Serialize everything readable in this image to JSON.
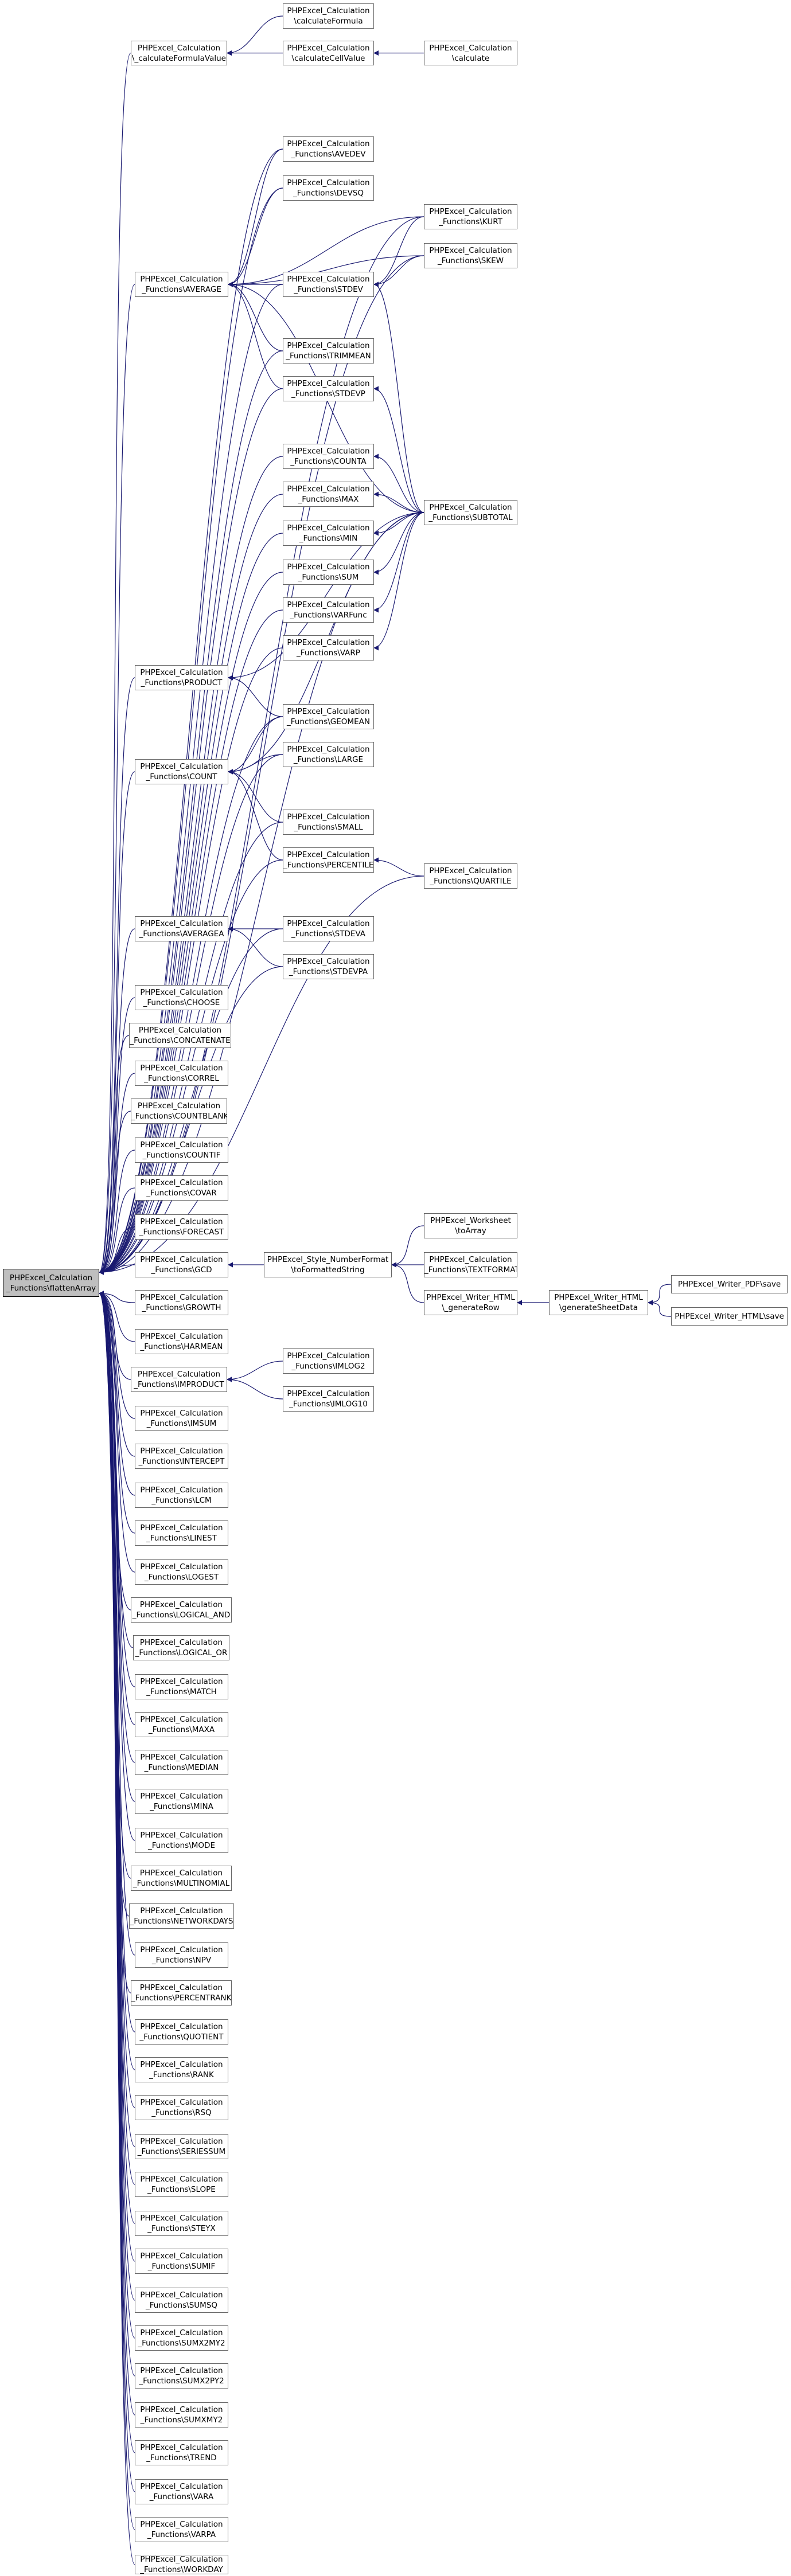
{
  "colors": {
    "edge": "#191970",
    "node_border": "#666666",
    "root_fill": "#bfbfbf",
    "background": "#ffffff"
  },
  "root": {
    "id": "flat",
    "lines": [
      "PHPExcel_Calculation",
      "_Functions\\flattenArray"
    ]
  },
  "nodes": [
    {
      "id": "flat",
      "lines": [
        "PHPExcel_Calculation",
        "_Functions\\flattenArray"
      ]
    },
    {
      "id": "cfv",
      "lines": [
        "PHPExcel_Calculation",
        "\\_calculateFormulaValue"
      ]
    },
    {
      "id": "calcF",
      "lines": [
        "PHPExcel_Calculation",
        "\\calculateFormula"
      ]
    },
    {
      "id": "calcCV",
      "lines": [
        "PHPExcel_Calculation",
        "\\calculateCellValue"
      ]
    },
    {
      "id": "calc",
      "lines": [
        "PHPExcel_Calculation",
        "\\calculate"
      ]
    },
    {
      "id": "avedev",
      "lines": [
        "PHPExcel_Calculation",
        "_Functions\\AVEDEV"
      ]
    },
    {
      "id": "devsq",
      "lines": [
        "PHPExcel_Calculation",
        "_Functions\\DEVSQ"
      ]
    },
    {
      "id": "kurt",
      "lines": [
        "PHPExcel_Calculation",
        "_Functions\\KURT"
      ]
    },
    {
      "id": "average",
      "lines": [
        "PHPExcel_Calculation",
        "_Functions\\AVERAGE"
      ]
    },
    {
      "id": "stdev",
      "lines": [
        "PHPExcel_Calculation",
        "_Functions\\STDEV"
      ]
    },
    {
      "id": "skew",
      "lines": [
        "PHPExcel_Calculation",
        "_Functions\\SKEW"
      ]
    },
    {
      "id": "trimmean",
      "lines": [
        "PHPExcel_Calculation",
        "_Functions\\TRIMMEAN"
      ]
    },
    {
      "id": "stdevp",
      "lines": [
        "PHPExcel_Calculation",
        "_Functions\\STDEVP"
      ]
    },
    {
      "id": "counta",
      "lines": [
        "PHPExcel_Calculation",
        "_Functions\\COUNTA"
      ]
    },
    {
      "id": "max",
      "lines": [
        "PHPExcel_Calculation",
        "_Functions\\MAX"
      ]
    },
    {
      "id": "subtotal",
      "lines": [
        "PHPExcel_Calculation",
        "_Functions\\SUBTOTAL"
      ]
    },
    {
      "id": "min",
      "lines": [
        "PHPExcel_Calculation",
        "_Functions\\MIN"
      ]
    },
    {
      "id": "sum",
      "lines": [
        "PHPExcel_Calculation",
        "_Functions\\SUM"
      ]
    },
    {
      "id": "varfunc",
      "lines": [
        "PHPExcel_Calculation",
        "_Functions\\VARFunc"
      ]
    },
    {
      "id": "varp",
      "lines": [
        "PHPExcel_Calculation",
        "_Functions\\VARP"
      ]
    },
    {
      "id": "product",
      "lines": [
        "PHPExcel_Calculation",
        "_Functions\\PRODUCT"
      ]
    },
    {
      "id": "geomean",
      "lines": [
        "PHPExcel_Calculation",
        "_Functions\\GEOMEAN"
      ]
    },
    {
      "id": "count",
      "lines": [
        "PHPExcel_Calculation",
        "_Functions\\COUNT"
      ]
    },
    {
      "id": "large",
      "lines": [
        "PHPExcel_Calculation",
        "_Functions\\LARGE"
      ]
    },
    {
      "id": "small",
      "lines": [
        "PHPExcel_Calculation",
        "_Functions\\SMALL"
      ]
    },
    {
      "id": "percentile",
      "lines": [
        "PHPExcel_Calculation",
        "_Functions\\PERCENTILE"
      ]
    },
    {
      "id": "quartile",
      "lines": [
        "PHPExcel_Calculation",
        "_Functions\\QUARTILE"
      ]
    },
    {
      "id": "averagea",
      "lines": [
        "PHPExcel_Calculation",
        "_Functions\\AVERAGEA"
      ]
    },
    {
      "id": "stdeva",
      "lines": [
        "PHPExcel_Calculation",
        "_Functions\\STDEVA"
      ]
    },
    {
      "id": "stdevpa",
      "lines": [
        "PHPExcel_Calculation",
        "_Functions\\STDEVPA"
      ]
    },
    {
      "id": "choose",
      "lines": [
        "PHPExcel_Calculation",
        "_Functions\\CHOOSE"
      ]
    },
    {
      "id": "concatenate",
      "lines": [
        "PHPExcel_Calculation",
        "_Functions\\CONCATENATE"
      ]
    },
    {
      "id": "correl",
      "lines": [
        "PHPExcel_Calculation",
        "_Functions\\CORREL"
      ]
    },
    {
      "id": "countblank",
      "lines": [
        "PHPExcel_Calculation",
        "_Functions\\COUNTBLANK"
      ]
    },
    {
      "id": "countif",
      "lines": [
        "PHPExcel_Calculation",
        "_Functions\\COUNTIF"
      ]
    },
    {
      "id": "covar",
      "lines": [
        "PHPExcel_Calculation",
        "_Functions\\COVAR"
      ]
    },
    {
      "id": "forecast",
      "lines": [
        "PHPExcel_Calculation",
        "_Functions\\FORECAST"
      ]
    },
    {
      "id": "gcd",
      "lines": [
        "PHPExcel_Calculation",
        "_Functions\\GCD"
      ]
    },
    {
      "id": "tofs",
      "lines": [
        "PHPExcel_Style_NumberFormat",
        "\\toFormattedString"
      ]
    },
    {
      "id": "ws_toarray",
      "lines": [
        "PHPExcel_Worksheet",
        "\\toArray"
      ]
    },
    {
      "id": "textformat",
      "lines": [
        "PHPExcel_Calculation",
        "_Functions\\TEXTFORMAT"
      ]
    },
    {
      "id": "genrow",
      "lines": [
        "PHPExcel_Writer_HTML",
        "\\_generateRow"
      ]
    },
    {
      "id": "gensheet",
      "lines": [
        "PHPExcel_Writer_HTML",
        "\\generateSheetData"
      ]
    },
    {
      "id": "pdfsave",
      "lines": [
        "PHPExcel_Writer_PDF\\save"
      ]
    },
    {
      "id": "htmlsave",
      "lines": [
        "PHPExcel_Writer_HTML\\save"
      ]
    },
    {
      "id": "growth",
      "lines": [
        "PHPExcel_Calculation",
        "_Functions\\GROWTH"
      ]
    },
    {
      "id": "harmean",
      "lines": [
        "PHPExcel_Calculation",
        "_Functions\\HARMEAN"
      ]
    },
    {
      "id": "improduct",
      "lines": [
        "PHPExcel_Calculation",
        "_Functions\\IMPRODUCT"
      ]
    },
    {
      "id": "imlog2",
      "lines": [
        "PHPExcel_Calculation",
        "_Functions\\IMLOG2"
      ]
    },
    {
      "id": "imlog10",
      "lines": [
        "PHPExcel_Calculation",
        "_Functions\\IMLOG10"
      ]
    },
    {
      "id": "imsum",
      "lines": [
        "PHPExcel_Calculation",
        "_Functions\\IMSUM"
      ]
    },
    {
      "id": "intercept",
      "lines": [
        "PHPExcel_Calculation",
        "_Functions\\INTERCEPT"
      ]
    },
    {
      "id": "lcm",
      "lines": [
        "PHPExcel_Calculation",
        "_Functions\\LCM"
      ]
    },
    {
      "id": "linest",
      "lines": [
        "PHPExcel_Calculation",
        "_Functions\\LINEST"
      ]
    },
    {
      "id": "logest",
      "lines": [
        "PHPExcel_Calculation",
        "_Functions\\LOGEST"
      ]
    },
    {
      "id": "land",
      "lines": [
        "PHPExcel_Calculation",
        "_Functions\\LOGICAL_AND"
      ]
    },
    {
      "id": "lor",
      "lines": [
        "PHPExcel_Calculation",
        "_Functions\\LOGICAL_OR"
      ]
    },
    {
      "id": "match",
      "lines": [
        "PHPExcel_Calculation",
        "_Functions\\MATCH"
      ]
    },
    {
      "id": "maxa",
      "lines": [
        "PHPExcel_Calculation",
        "_Functions\\MAXA"
      ]
    },
    {
      "id": "median",
      "lines": [
        "PHPExcel_Calculation",
        "_Functions\\MEDIAN"
      ]
    },
    {
      "id": "mina",
      "lines": [
        "PHPExcel_Calculation",
        "_Functions\\MINA"
      ]
    },
    {
      "id": "mode",
      "lines": [
        "PHPExcel_Calculation",
        "_Functions\\MODE"
      ]
    },
    {
      "id": "multinomial",
      "lines": [
        "PHPExcel_Calculation",
        "_Functions\\MULTINOMIAL"
      ]
    },
    {
      "id": "networkdays",
      "lines": [
        "PHPExcel_Calculation",
        "_Functions\\NETWORKDAYS"
      ]
    },
    {
      "id": "npv",
      "lines": [
        "PHPExcel_Calculation",
        "_Functions\\NPV"
      ]
    },
    {
      "id": "percentrank",
      "lines": [
        "PHPExcel_Calculation",
        "_Functions\\PERCENTRANK"
      ]
    },
    {
      "id": "quotient",
      "lines": [
        "PHPExcel_Calculation",
        "_Functions\\QUOTIENT"
      ]
    },
    {
      "id": "rank",
      "lines": [
        "PHPExcel_Calculation",
        "_Functions\\RANK"
      ]
    },
    {
      "id": "rsq",
      "lines": [
        "PHPExcel_Calculation",
        "_Functions\\RSQ"
      ]
    },
    {
      "id": "seriessum",
      "lines": [
        "PHPExcel_Calculation",
        "_Functions\\SERIESSUM"
      ]
    },
    {
      "id": "slope",
      "lines": [
        "PHPExcel_Calculation",
        "_Functions\\SLOPE"
      ]
    },
    {
      "id": "steyx",
      "lines": [
        "PHPExcel_Calculation",
        "_Functions\\STEYX"
      ]
    },
    {
      "id": "sumif",
      "lines": [
        "PHPExcel_Calculation",
        "_Functions\\SUMIF"
      ]
    },
    {
      "id": "sumsq",
      "lines": [
        "PHPExcel_Calculation",
        "_Functions\\SUMSQ"
      ]
    },
    {
      "id": "sumx2my2",
      "lines": [
        "PHPExcel_Calculation",
        "_Functions\\SUMX2MY2"
      ]
    },
    {
      "id": "sumx2py2",
      "lines": [
        "PHPExcel_Calculation",
        "_Functions\\SUMX2PY2"
      ]
    },
    {
      "id": "sumxmy2",
      "lines": [
        "PHPExcel_Calculation",
        "_Functions\\SUMXMY2"
      ]
    },
    {
      "id": "trend",
      "lines": [
        "PHPExcel_Calculation",
        "_Functions\\TREND"
      ]
    },
    {
      "id": "vara",
      "lines": [
        "PHPExcel_Calculation",
        "_Functions\\VARA"
      ]
    },
    {
      "id": "varpa",
      "lines": [
        "PHPExcel_Calculation",
        "_Functions\\VARPA"
      ]
    },
    {
      "id": "workday",
      "lines": [
        "PHPExcel_Calculation",
        "_Functions\\WORKDAY"
      ]
    }
  ],
  "edges": [
    [
      "cfv",
      "flat"
    ],
    [
      "calcF",
      "cfv"
    ],
    [
      "calcCV",
      "cfv"
    ],
    [
      "calc",
      "calcCV"
    ],
    [
      "kurt",
      "flat"
    ],
    [
      "skew",
      "flat"
    ],
    [
      "subtotal",
      "flat"
    ],
    [
      "quartile",
      "flat"
    ],
    [
      "average",
      "flat"
    ],
    [
      "avedev",
      "average"
    ],
    [
      "devsq",
      "average"
    ],
    [
      "kurt",
      "average"
    ],
    [
      "skew",
      "average"
    ],
    [
      "stdev",
      "average"
    ],
    [
      "trimmean",
      "average"
    ],
    [
      "stdevp",
      "average"
    ],
    [
      "subtotal",
      "average"
    ],
    [
      "kurt",
      "stdev"
    ],
    [
      "skew",
      "stdev"
    ],
    [
      "subtotal",
      "stdev"
    ],
    [
      "subtotal",
      "stdevp"
    ],
    [
      "avedev",
      "flat"
    ],
    [
      "devsq",
      "flat"
    ],
    [
      "stdev",
      "flat"
    ],
    [
      "trimmean",
      "flat"
    ],
    [
      "stdevp",
      "flat"
    ],
    [
      "counta",
      "flat"
    ],
    [
      "subtotal",
      "counta"
    ],
    [
      "max",
      "flat"
    ],
    [
      "subtotal",
      "max"
    ],
    [
      "min",
      "flat"
    ],
    [
      "subtotal",
      "min"
    ],
    [
      "sum",
      "flat"
    ],
    [
      "subtotal",
      "sum"
    ],
    [
      "varfunc",
      "flat"
    ],
    [
      "subtotal",
      "varfunc"
    ],
    [
      "varp",
      "flat"
    ],
    [
      "subtotal",
      "varp"
    ],
    [
      "product",
      "flat"
    ],
    [
      "subtotal",
      "product"
    ],
    [
      "geomean",
      "product"
    ],
    [
      "geomean",
      "flat"
    ],
    [
      "count",
      "flat"
    ],
    [
      "subtotal",
      "count"
    ],
    [
      "geomean",
      "count"
    ],
    [
      "large",
      "count"
    ],
    [
      "small",
      "count"
    ],
    [
      "percentile",
      "count"
    ],
    [
      "large",
      "flat"
    ],
    [
      "small",
      "flat"
    ],
    [
      "percentile",
      "flat"
    ],
    [
      "quartile",
      "percentile"
    ],
    [
      "averagea",
      "flat"
    ],
    [
      "stdeva",
      "averagea"
    ],
    [
      "stdevpa",
      "averagea"
    ],
    [
      "stdeva",
      "flat"
    ],
    [
      "stdevpa",
      "flat"
    ],
    [
      "choose",
      "flat"
    ],
    [
      "concatenate",
      "flat"
    ],
    [
      "correl",
      "flat"
    ],
    [
      "countblank",
      "flat"
    ],
    [
      "countif",
      "flat"
    ],
    [
      "covar",
      "flat"
    ],
    [
      "forecast",
      "flat"
    ],
    [
      "gcd",
      "flat"
    ],
    [
      "tofs",
      "gcd"
    ],
    [
      "ws_toarray",
      "tofs"
    ],
    [
      "textformat",
      "tofs"
    ],
    [
      "genrow",
      "tofs"
    ],
    [
      "gensheet",
      "genrow"
    ],
    [
      "pdfsave",
      "gensheet"
    ],
    [
      "htmlsave",
      "gensheet"
    ],
    [
      "growth",
      "flat"
    ],
    [
      "harmean",
      "flat"
    ],
    [
      "improduct",
      "flat"
    ],
    [
      "imlog2",
      "improduct"
    ],
    [
      "imlog10",
      "improduct"
    ],
    [
      "imsum",
      "flat"
    ],
    [
      "intercept",
      "flat"
    ],
    [
      "lcm",
      "flat"
    ],
    [
      "linest",
      "flat"
    ],
    [
      "logest",
      "flat"
    ],
    [
      "land",
      "flat"
    ],
    [
      "lor",
      "flat"
    ],
    [
      "match",
      "flat"
    ],
    [
      "maxa",
      "flat"
    ],
    [
      "median",
      "flat"
    ],
    [
      "mina",
      "flat"
    ],
    [
      "mode",
      "flat"
    ],
    [
      "multinomial",
      "flat"
    ],
    [
      "networkdays",
      "flat"
    ],
    [
      "npv",
      "flat"
    ],
    [
      "percentrank",
      "flat"
    ],
    [
      "quotient",
      "flat"
    ],
    [
      "rank",
      "flat"
    ],
    [
      "rsq",
      "flat"
    ],
    [
      "seriessum",
      "flat"
    ],
    [
      "slope",
      "flat"
    ],
    [
      "steyx",
      "flat"
    ],
    [
      "sumif",
      "flat"
    ],
    [
      "sumsq",
      "flat"
    ],
    [
      "sumx2my2",
      "flat"
    ],
    [
      "sumx2py2",
      "flat"
    ],
    [
      "sumxmy2",
      "flat"
    ],
    [
      "trend",
      "flat"
    ],
    [
      "vara",
      "flat"
    ],
    [
      "varpa",
      "flat"
    ],
    [
      "workday",
      "flat"
    ]
  ]
}
